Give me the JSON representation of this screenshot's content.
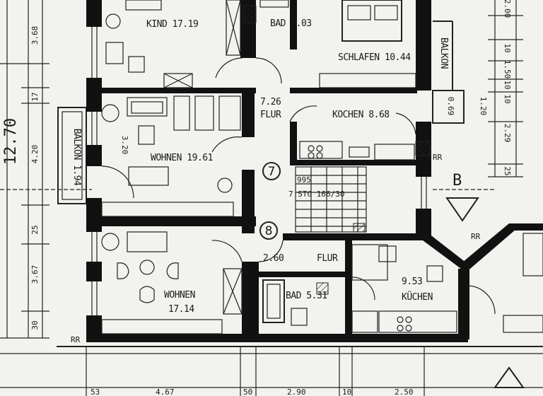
{
  "rooms": {
    "kind": "KIND 17.19",
    "bad_top": "BAD 5.03",
    "schlafen": "SCHLAFEN 10.44",
    "balkon_right": "BALKON",
    "balkon_right_area": "0.69",
    "flur_top_area": "7.26",
    "flur_top": "FLUR",
    "kochen_top": "KOCHEN 8.68",
    "balkon_left": "BALKON 1.94",
    "wohnen_top": "WOHNEN 19.61",
    "flur_bottom_area": "2.60",
    "flur_bottom": "FLUR",
    "bad_bottom": "BAD 5.31",
    "wohnen_bottom": "WOHNEN",
    "wohnen_bottom_area": "17.14",
    "kochen_bottom_area": "9.53",
    "kochen_bottom": "KÜCHEN"
  },
  "stair": {
    "unit_7": "7",
    "unit_8": "8",
    "text_1": "995",
    "text_2": "7 STG 166/30",
    "section_mark": "B",
    "rr_1": "RR",
    "rr_2": "RR",
    "rr_3": "RR"
  },
  "dimensions": {
    "left_overall": "12.70",
    "left": [
      "3.68",
      "17",
      "4.20",
      "25",
      "3.67",
      "30"
    ],
    "inner_left": "3.20",
    "right": [
      "2.00",
      "10",
      "1.50",
      "10",
      "1.20",
      "10",
      "2.29",
      "25"
    ],
    "bottom": [
      "53",
      "4.67",
      "50",
      "2.90",
      "10",
      "2.50"
    ]
  }
}
